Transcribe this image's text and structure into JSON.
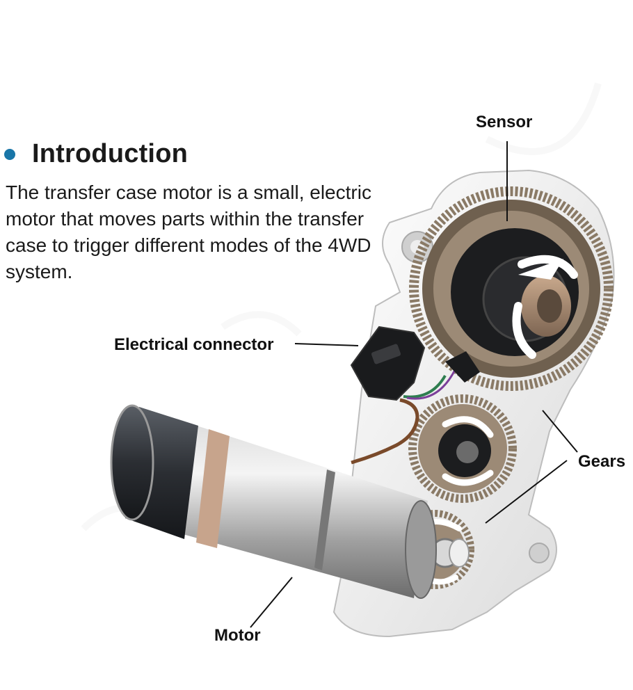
{
  "intro": {
    "title": "Introduction",
    "body": "The transfer case motor is a small, electric motor that moves parts within the transfer case to trigger different modes of the 4WD system."
  },
  "labels": {
    "sensor": "Sensor",
    "electrical_connector": "Electrical connector",
    "gears": "Gears",
    "motor": "Motor"
  },
  "colors": {
    "bullet": "#1976a8",
    "housing": "#eeeeee",
    "gear": "#8a7a66",
    "motor_body": "#b8b8b8",
    "motor_cap": "#2c2f33"
  }
}
